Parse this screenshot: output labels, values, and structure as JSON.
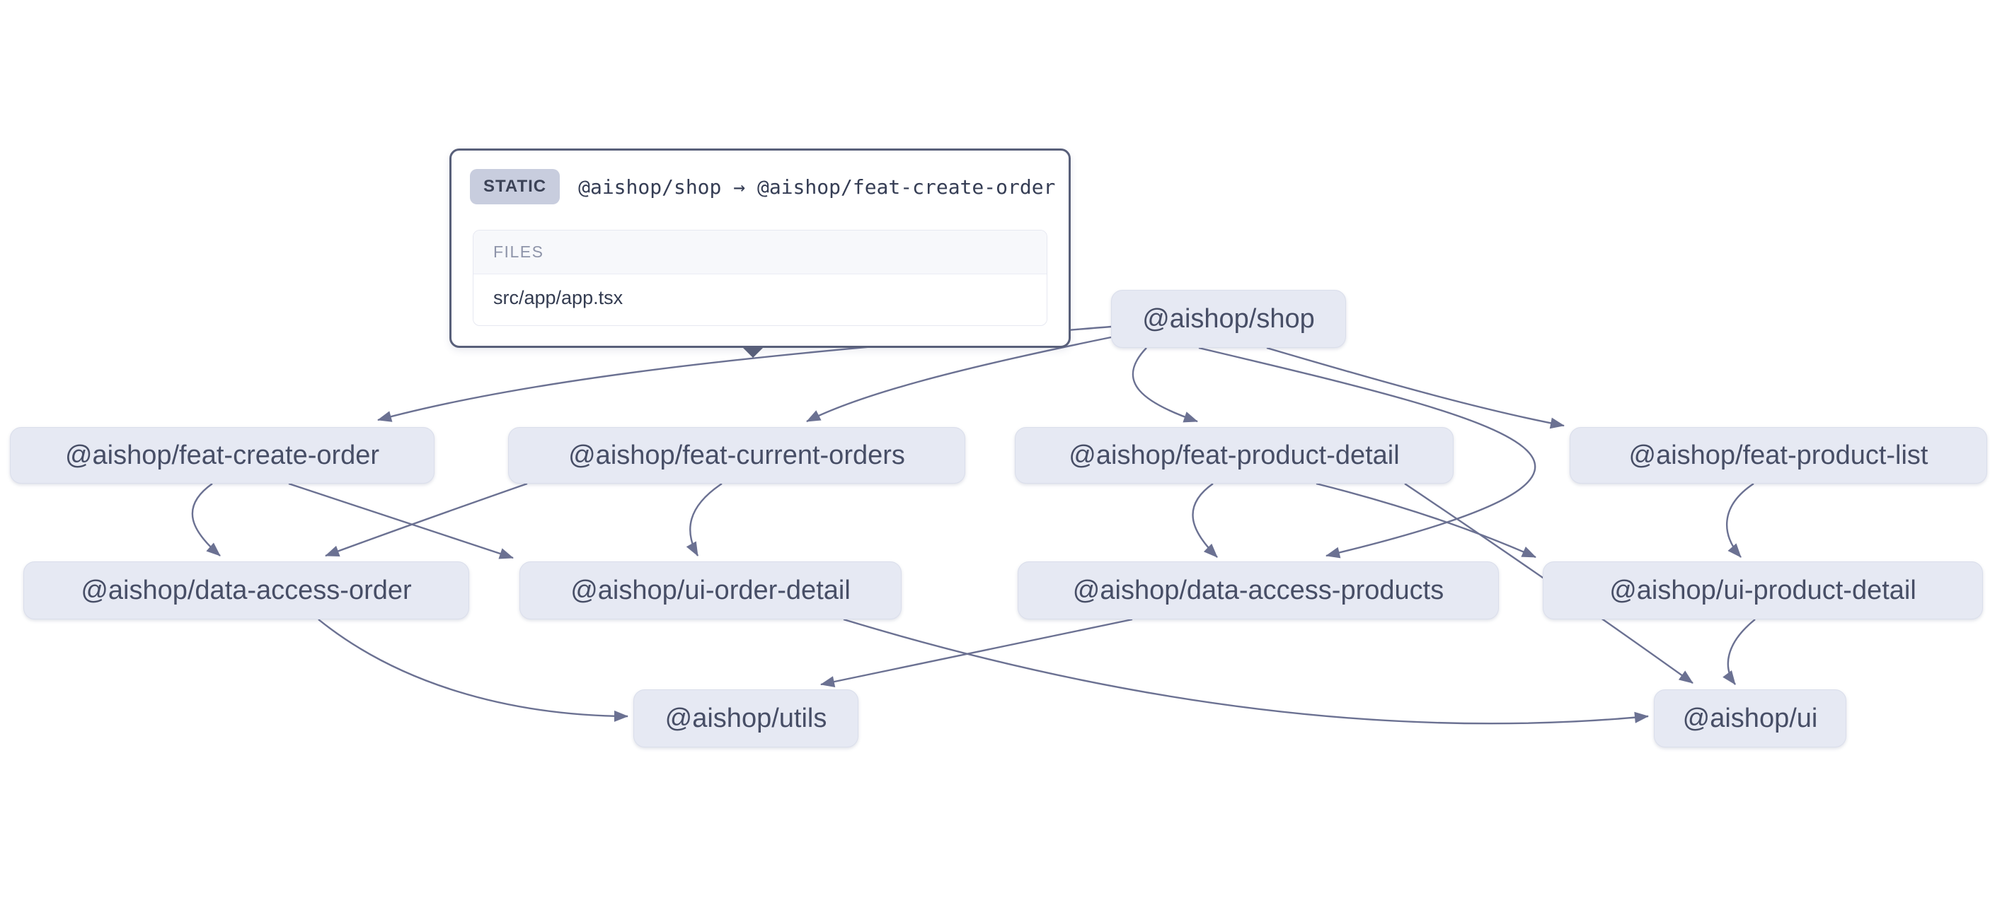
{
  "graph": {
    "nodes": {
      "shop": {
        "label": "@aishop/shop"
      },
      "feat_create_order": {
        "label": "@aishop/feat-create-order"
      },
      "feat_current_orders": {
        "label": "@aishop/feat-current-orders"
      },
      "feat_product_detail": {
        "label": "@aishop/feat-product-detail"
      },
      "feat_product_list": {
        "label": "@aishop/feat-product-list"
      },
      "data_access_order": {
        "label": "@aishop/data-access-order"
      },
      "ui_order_detail": {
        "label": "@aishop/ui-order-detail"
      },
      "data_access_products": {
        "label": "@aishop/data-access-products"
      },
      "ui_product_detail": {
        "label": "@aishop/ui-product-detail"
      },
      "utils": {
        "label": "@aishop/utils"
      },
      "ui": {
        "label": "@aishop/ui"
      }
    },
    "edges": [
      {
        "from": "@aishop/shop",
        "to": "@aishop/feat-create-order",
        "type": "static"
      },
      {
        "from": "@aishop/shop",
        "to": "@aishop/feat-current-orders",
        "type": "static"
      },
      {
        "from": "@aishop/shop",
        "to": "@aishop/feat-product-detail",
        "type": "static"
      },
      {
        "from": "@aishop/shop",
        "to": "@aishop/feat-product-list",
        "type": "static"
      },
      {
        "from": "@aishop/shop",
        "to": "@aishop/data-access-products",
        "type": "static"
      },
      {
        "from": "@aishop/feat-create-order",
        "to": "@aishop/data-access-order",
        "type": "static"
      },
      {
        "from": "@aishop/feat-create-order",
        "to": "@aishop/ui-order-detail",
        "type": "static"
      },
      {
        "from": "@aishop/feat-current-orders",
        "to": "@aishop/data-access-order",
        "type": "static"
      },
      {
        "from": "@aishop/feat-current-orders",
        "to": "@aishop/ui-order-detail",
        "type": "static"
      },
      {
        "from": "@aishop/feat-product-detail",
        "to": "@aishop/data-access-products",
        "type": "static"
      },
      {
        "from": "@aishop/feat-product-detail",
        "to": "@aishop/ui-product-detail",
        "type": "static"
      },
      {
        "from": "@aishop/feat-product-detail",
        "to": "@aishop/ui",
        "type": "static"
      },
      {
        "from": "@aishop/feat-product-list",
        "to": "@aishop/ui-product-detail",
        "type": "static"
      },
      {
        "from": "@aishop/data-access-order",
        "to": "@aishop/utils",
        "type": "static"
      },
      {
        "from": "@aishop/data-access-products",
        "to": "@aishop/utils",
        "type": "static"
      },
      {
        "from": "@aishop/ui-order-detail",
        "to": "@aishop/ui",
        "type": "static"
      },
      {
        "from": "@aishop/ui-product-detail",
        "to": "@aishop/ui",
        "type": "static"
      }
    ],
    "edge_color": "#6b7192",
    "node_fill": "#e6e9f3"
  },
  "tooltip": {
    "badge": "STATIC",
    "title": "@aishop/shop → @aishop/feat-create-order",
    "files_header": "FILES",
    "files": {
      "0": "src/app/app.tsx"
    }
  }
}
